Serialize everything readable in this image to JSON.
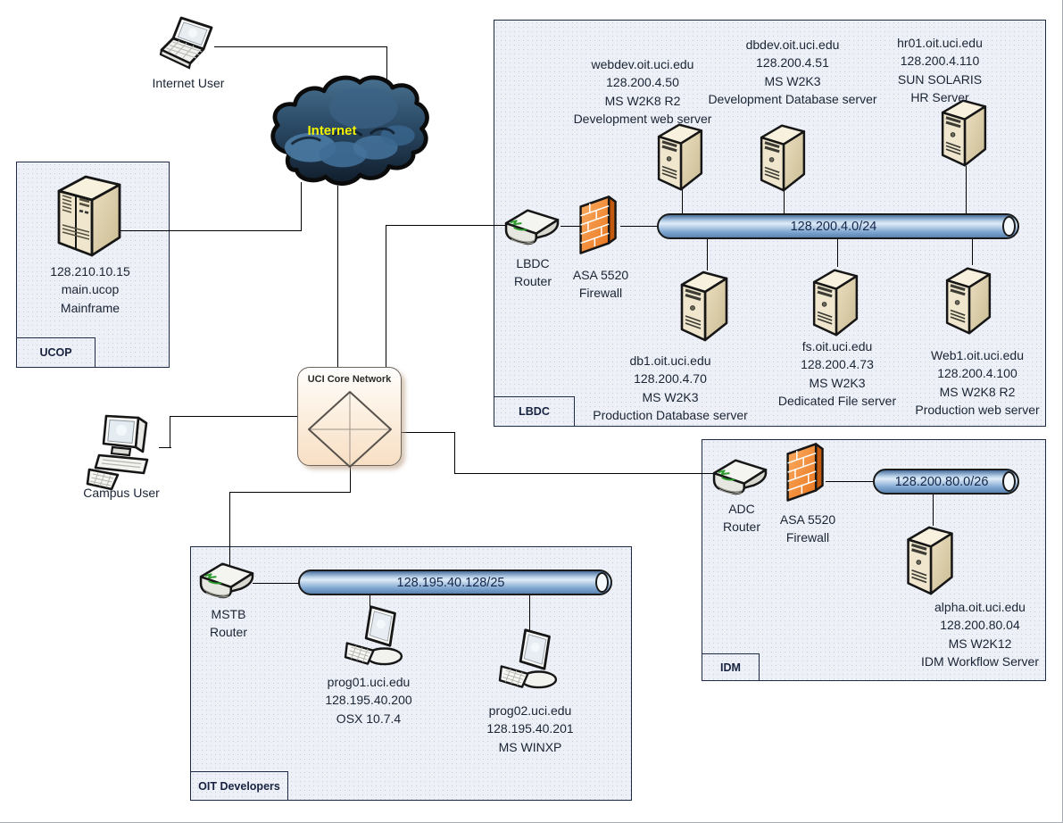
{
  "colors": {
    "zone_fill": "#edf0f7",
    "zone_border": "#1c2a45",
    "pipe_blue": "#82a9d2",
    "firewall_orange": "#ef7e24",
    "cloud_dark_blue": "#2b4a66",
    "cloud_label_yellow": "#f5f500",
    "core_peach": "#f8dfc4",
    "label_text": "#1a2433"
  },
  "external": {
    "internet_user": {
      "label": "Internet User"
    },
    "internet_cloud": {
      "label": "Internet"
    },
    "campus_user": {
      "label": "Campus User"
    },
    "core": {
      "label": "UCI Core Network"
    }
  },
  "zones": {
    "ucop": {
      "tag": "UCOP",
      "mainframe": [
        "128.210.10.15",
        "main.ucop",
        "Mainframe"
      ]
    },
    "lbdc": {
      "tag": "LBDC",
      "router": [
        "LBDC",
        "Router"
      ],
      "firewall": [
        "ASA 5520",
        "Firewall"
      ],
      "subnet": "128.200.4.0/24",
      "servers": {
        "webdev": [
          "webdev.oit.uci.edu",
          "128.200.4.50",
          "MS W2K8 R2",
          "Development web server"
        ],
        "dbdev": [
          "dbdev.oit.uci.edu",
          "128.200.4.51",
          "MS W2K3",
          "Development Database server"
        ],
        "hr01": [
          "hr01.oit.uci.edu",
          "128.200.4.110",
          "SUN SOLARIS",
          "HR Server"
        ],
        "db1": [
          "db1.oit.uci.edu",
          "128.200.4.70",
          "MS W2K3",
          "Production Database server"
        ],
        "fs": [
          "fs.oit.uci.edu",
          "128.200.4.73",
          "MS W2K3",
          "Dedicated File server"
        ],
        "web1": [
          "Web1.oit.uci.edu",
          "128.200.4.100",
          "MS W2K8 R2",
          "Production web server"
        ]
      }
    },
    "oit_developers": {
      "tag": "OIT Developers",
      "router": [
        "MSTB",
        "Router"
      ],
      "subnet": "128.195.40.128/25",
      "hosts": {
        "prog01": [
          "prog01.uci.edu",
          "128.195.40.200",
          "OSX 10.7.4"
        ],
        "prog02": [
          "prog02.uci.edu",
          "128.195.40.201",
          "MS WINXP"
        ]
      }
    },
    "idm": {
      "tag": "IDM",
      "router": [
        "ADC",
        "Router"
      ],
      "firewall": [
        "ASA 5520",
        "Firewall"
      ],
      "subnet": "128.200.80.0/26",
      "servers": {
        "alpha": [
          "alpha.oit.uci.edu",
          "128.200.80.04",
          "MS W2K12",
          "IDM Workflow Server"
        ]
      }
    }
  }
}
